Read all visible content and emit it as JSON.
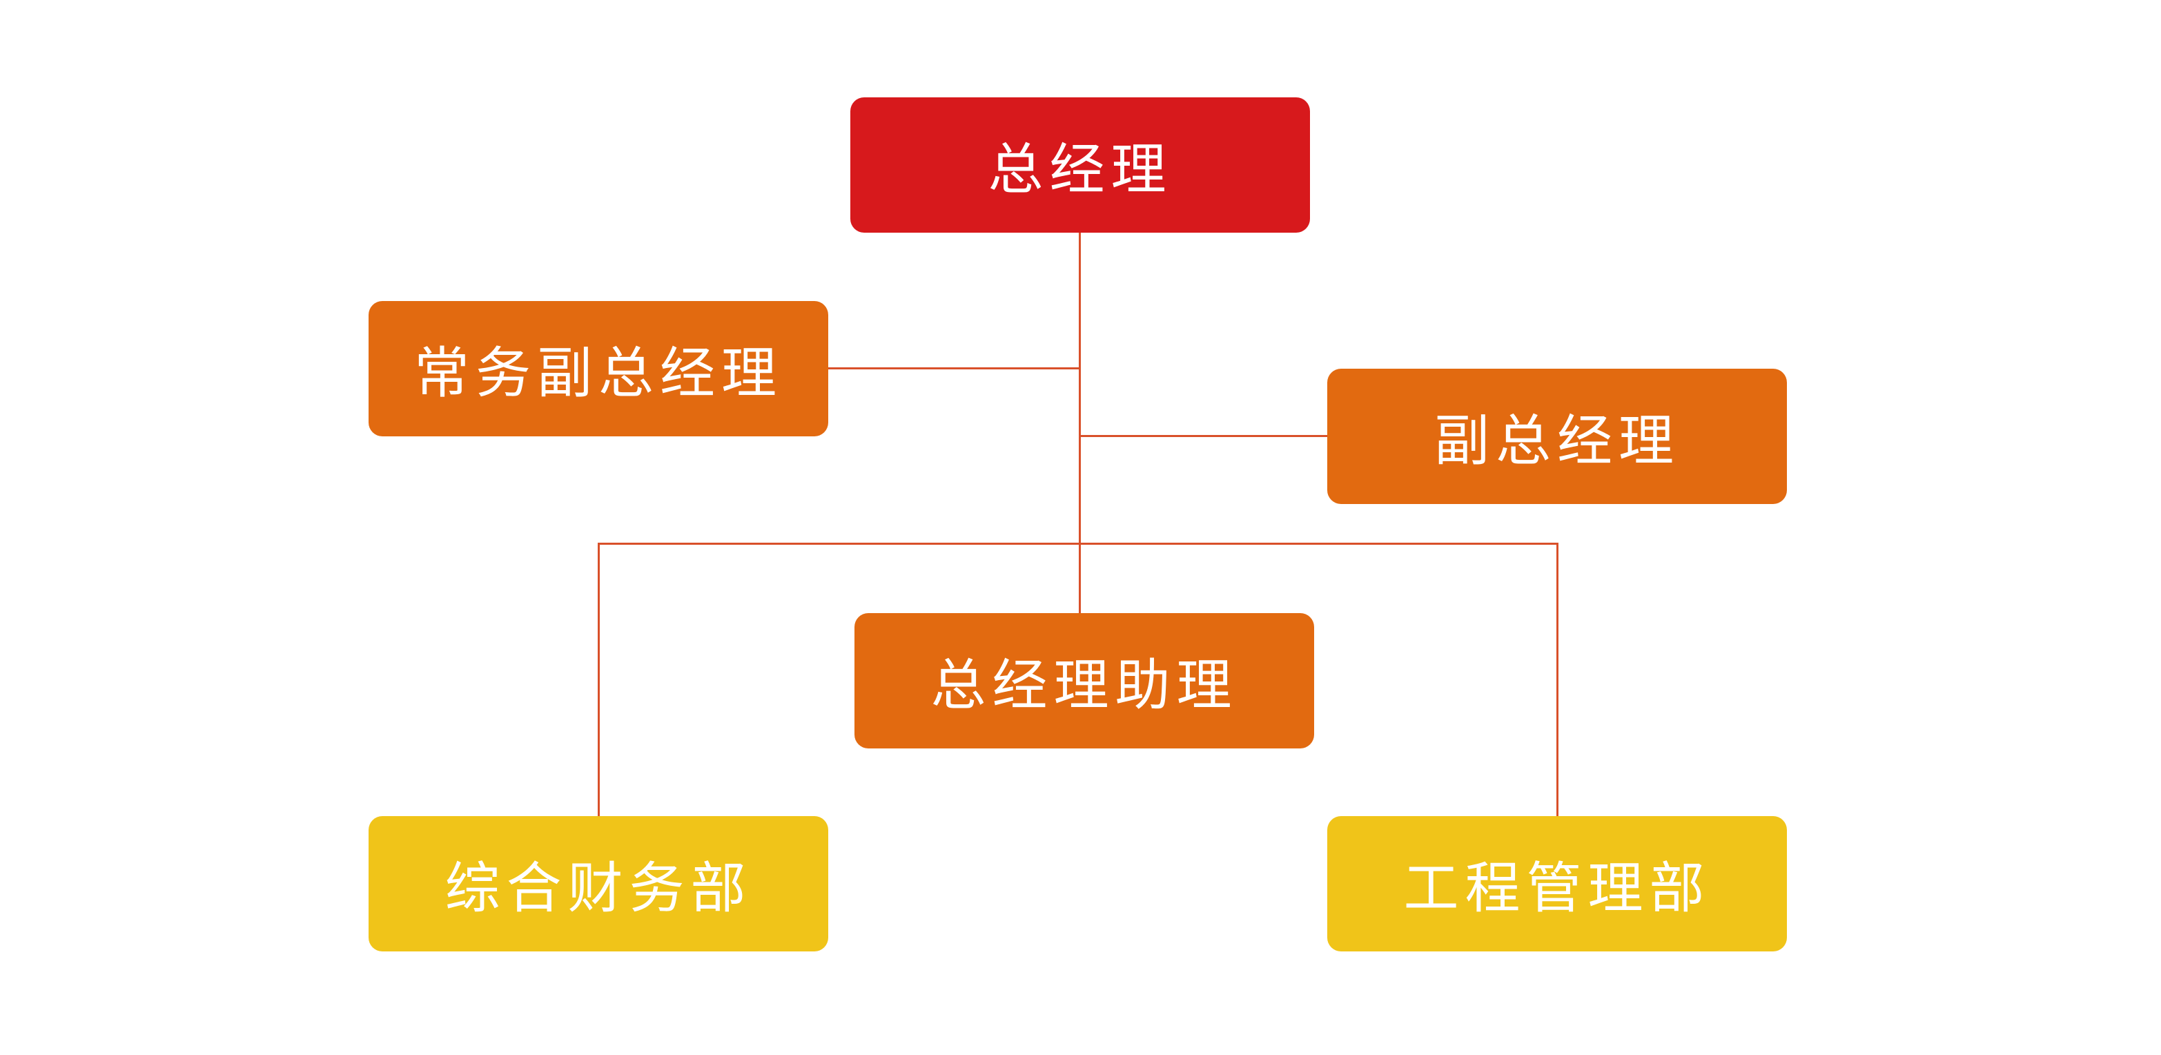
{
  "colors": {
    "level_top": "#d7191c",
    "level_mid": "#e26a10",
    "level_dept": "#f0c419",
    "connector": "#d9502a",
    "text": "#ffffff",
    "background": "#ffffff"
  },
  "nodes": {
    "general_manager": "总经理",
    "executive_vice_gm": "常务副总经理",
    "vice_gm": "副总经理",
    "gm_assistant": "总经理助理",
    "finance_dept": "综合财务部",
    "engineering_dept": "工程管理部"
  }
}
